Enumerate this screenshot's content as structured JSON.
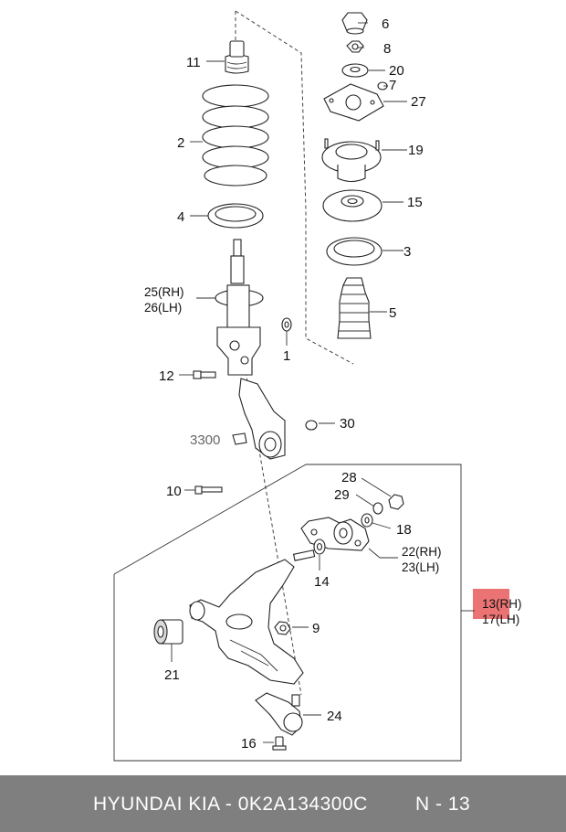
{
  "labels": {
    "p1": "1",
    "p2": "2",
    "p3": "3",
    "p4": "4",
    "p5": "5",
    "p6": "6",
    "p7": "7",
    "p8": "8",
    "p9": "9",
    "p10": "10",
    "p11": "11",
    "p12": "12",
    "p14": "14",
    "p15": "15",
    "p16": "16",
    "p18": "18",
    "p19": "19",
    "p20": "20",
    "p21": "21",
    "p24": "24",
    "p27": "27",
    "p28": "28",
    "p29": "29",
    "p30": "30",
    "p25": "25(RH)",
    "p26": "26(LH)",
    "p22": "22(RH)",
    "p23": "23(LH)",
    "p13": "13(RH)",
    "p17": "17(LH)",
    "p3300": "3300"
  },
  "colors": {
    "highlight": "#e85a5a",
    "footer_bg": "#7f7f7f",
    "footer_text": "#ffffff"
  },
  "footer": {
    "brand": "HYUNDAI  KIA - 0K2A134300C",
    "page": "N - 13"
  }
}
